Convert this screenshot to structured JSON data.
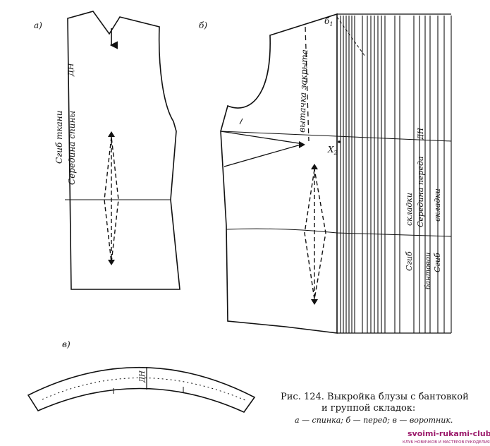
{
  "labels": {
    "part_a": "а)",
    "part_b": "б)",
    "part_v": "в)",
    "fold_fabric": "Сгиб ткани",
    "center_back": "Середина спины",
    "dn": "ДН",
    "dart_close": "вытачка закрыта",
    "b1": "б",
    "b1_sub": "1",
    "x2": "Х",
    "x2_sub": "2",
    "fold_sgib": "Сгиб",
    "center_front": "Середина переда",
    "pleat_1": "складки",
    "pleat_2": "складки",
    "bow": "бантовой",
    "collar_dn": "ДН"
  },
  "caption": {
    "line1": "Рис. 124. Выкройка блузы с бантовкой",
    "line2": "и группой складок:",
    "line3": "а — спинка; б — перед; в — воротник."
  },
  "watermark": {
    "site": "svoimi-rukami-club.ru",
    "tagline": "КЛУБ НОВИЧКОВ И МАСТЕРОВ РУКОДЕЛИЯ"
  }
}
